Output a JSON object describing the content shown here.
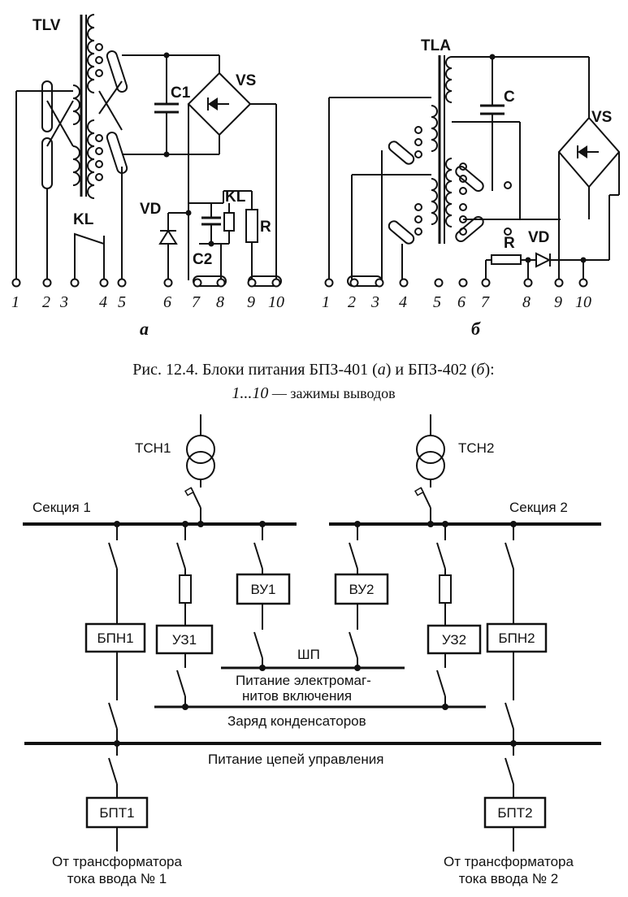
{
  "figure_a": {
    "transformer_label": "TLV",
    "cap_label": "C1",
    "bridge_label": "VS",
    "diode_label": "VD",
    "relay_label_top": "KL",
    "relay_contact_label": "KL",
    "cap2_label": "C2",
    "resistor_label": "R",
    "terminals": [
      "1",
      "2",
      "3",
      "4",
      "5",
      "6",
      "7",
      "8",
      "9",
      "10"
    ],
    "sublabel": "а"
  },
  "figure_b": {
    "transformer_label": "TLA",
    "cap_label": "C",
    "bridge_label": "VS",
    "resistor_label": "R",
    "diode_label": "VD",
    "terminals": [
      "1",
      "2",
      "3",
      "4",
      "5",
      "6",
      "7",
      "8",
      "9",
      "10"
    ],
    "sublabel": "б"
  },
  "caption": {
    "prefix": "Рис. 12.4. Блоки питания БПЗ-401 (",
    "a": "а",
    "mid": ") и БПЗ-402 (",
    "b": "б",
    "suffix": "):",
    "line2_range": "1...10",
    "line2_rest": " — зажимы выводов"
  },
  "scheme": {
    "tsn1": "ТСН1",
    "tsn2": "ТСН2",
    "section1": "Секция 1",
    "section2": "Секция 2",
    "bpn1": "БПН1",
    "bpn2": "БПН2",
    "uz1": "УЗ1",
    "uz2": "УЗ2",
    "vu1": "ВУ1",
    "vu2": "ВУ2",
    "shp": "ШП",
    "em_line1": "Питание электромаг-",
    "em_line2": "нитов включения",
    "charge": "Заряд конденсаторов",
    "control": "Питание цепей управления",
    "bpt1": "БПТ1",
    "bpt2": "БПТ2",
    "from1_line1": "От трансформатора",
    "from1_line2": "тока ввода № 1",
    "from2_line1": "От трансформатора",
    "from2_line2": "тока ввода № 2"
  }
}
